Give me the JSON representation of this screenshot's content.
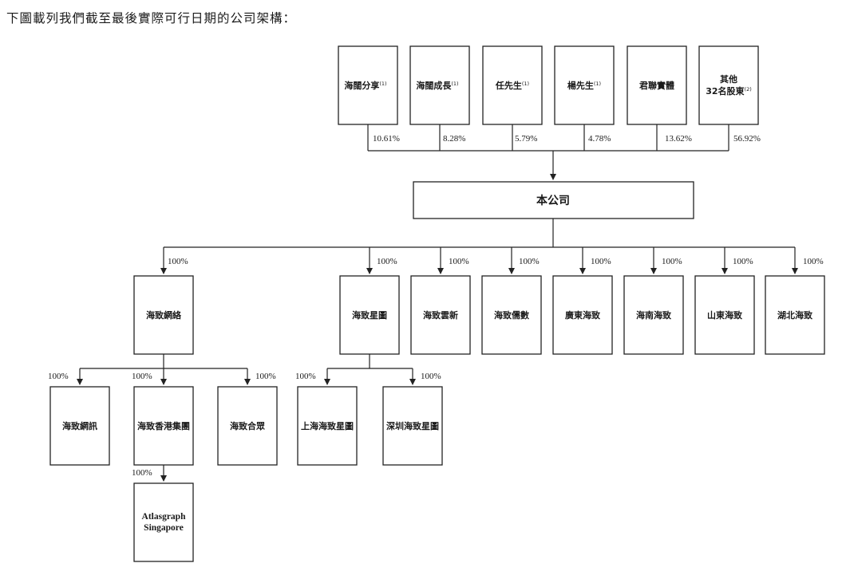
{
  "heading": "下圖載列我們截至最後實際可行日期的公司架構：",
  "shareholders": [
    {
      "name": "海闊分享",
      "note": "(1)",
      "pct": "10.61%"
    },
    {
      "name": "海闊成長",
      "note": "(1)",
      "pct": "8.28%"
    },
    {
      "name": "任先生",
      "note": "(1)",
      "pct": "5.79%"
    },
    {
      "name": "楊先生",
      "note": "(1)",
      "pct": "4.78%"
    },
    {
      "name": "君聯實體",
      "note": "",
      "pct": "13.62%"
    },
    {
      "name": "其他",
      "name_line2": "32名股東",
      "note": "(2)",
      "pct": "56.92%"
    }
  ],
  "company": "本公司",
  "subsidiaries": [
    {
      "name": "海致網絡",
      "pct": "100%"
    },
    {
      "name": "海致星圖",
      "pct": "100%"
    },
    {
      "name": "海致雲新",
      "pct": "100%"
    },
    {
      "name": "海致儒數",
      "pct": "100%"
    },
    {
      "name": "廣東海致",
      "pct": "100%"
    },
    {
      "name": "海南海致",
      "pct": "100%"
    },
    {
      "name": "山東海致",
      "pct": "100%"
    },
    {
      "name": "湖北海致",
      "pct": "100%"
    }
  ],
  "network_children": [
    {
      "name": "海致網訊",
      "pct": "100%"
    },
    {
      "name": "海致香港集團",
      "pct": "100%"
    },
    {
      "name": "海致合眾",
      "pct": "100%"
    }
  ],
  "star_children": [
    {
      "name": "上海海致星圖",
      "pct": "100%"
    },
    {
      "name": "深圳海致星圖",
      "pct": "100%"
    }
  ],
  "hk_child": {
    "name_line1": "Atlasgraph",
    "name_line2": "Singapore",
    "pct": "100%"
  }
}
